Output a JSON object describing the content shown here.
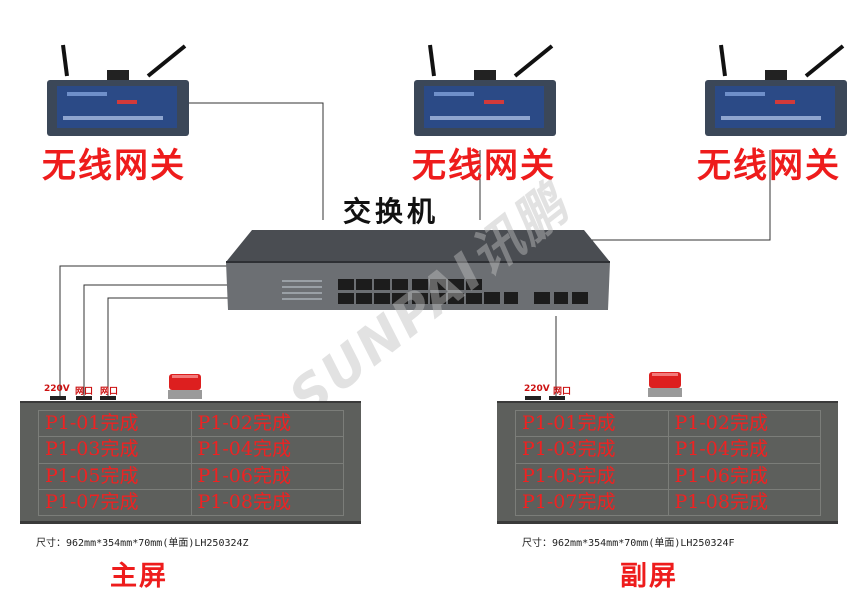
{
  "colors": {
    "accent_red": "#ee1c1c",
    "led_red": "#ee2222",
    "panel_gray": "#5d5f5c",
    "line": "#333333"
  },
  "gateways": [
    {
      "label": "无线网关"
    },
    {
      "label": "无线网关"
    },
    {
      "label": "无线网关"
    }
  ],
  "switch": {
    "label": "交换机"
  },
  "watermark": "SUNPAI讯鹏",
  "main_screen": {
    "ports": [
      "220V",
      "网口",
      "网口"
    ],
    "rows": [
      [
        "P1-01完成",
        "P1-02完成"
      ],
      [
        "P1-03完成",
        "P1-04完成"
      ],
      [
        "P1-05完成",
        "P1-06完成"
      ],
      [
        "P1-07完成",
        "P1-08完成"
      ]
    ],
    "spec": "尺寸：962mm*354mm*70mm(单面)LH250324Z",
    "title": "主屏"
  },
  "sub_screen": {
    "ports": [
      "220V",
      "网口"
    ],
    "rows": [
      [
        "P1-01完成",
        "P1-02完成"
      ],
      [
        "P1-03完成",
        "P1-04完成"
      ],
      [
        "P1-05完成",
        "P1-06完成"
      ],
      [
        "P1-07完成",
        "P1-08完成"
      ]
    ],
    "spec": "尺寸：962mm*354mm*70mm(单面)LH250324F",
    "title": "副屏"
  }
}
